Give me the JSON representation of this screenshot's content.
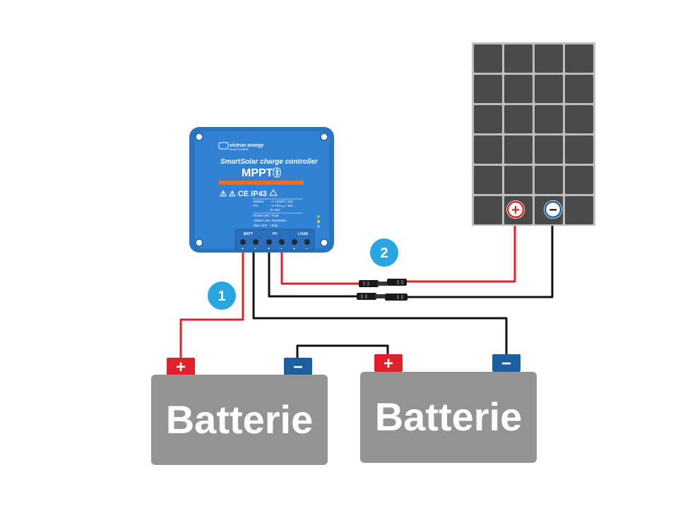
{
  "controller": {
    "brand": "victron energy",
    "brand_sub": "BLUE POWER",
    "title_line1": "SmartSolar charge controller",
    "title_line2": "MPPT",
    "bluetooth_icon": "bluetooth-icon",
    "certifications": "⚠ ⚠ CE IP43",
    "spec_rows": [
      {
        "label": "Battery",
        "value": ": ⎓ 12/24V / 15A"
      },
      {
        "label": "PV",
        "value": ": ⎓ 75Vₘₐₓ / 15A"
      },
      {
        "label": "",
        "value": "  Isc 20A"
      },
      {
        "label": "Green LED",
        "value": ": Float"
      },
      {
        "label": "Yellow LED",
        "value": ": Absorption"
      },
      {
        "label": "Blue LED",
        "value": ": Bulk"
      }
    ],
    "terminal_groups": [
      "BATT",
      "PV",
      "LOAD"
    ],
    "terminal_signs": [
      "+",
      "−",
      "+",
      "−",
      "+",
      "−"
    ],
    "color": "#2f7fd0"
  },
  "markers": [
    {
      "label": "1"
    },
    {
      "label": "2"
    }
  ],
  "panel": {
    "positive": "+",
    "negative": "−",
    "cell_color": "#4a4a4a"
  },
  "batteries": [
    {
      "label": "Batterie",
      "positive": "+",
      "negative": "−"
    },
    {
      "label": "Batterie",
      "positive": "+",
      "negative": "−"
    }
  ],
  "colors": {
    "positive_wire": "#e0202a",
    "negative_wire": "#111111",
    "positive_terminal": "#e0202a",
    "negative_terminal": "#1b5fa0",
    "battery_body": "#939393",
    "marker": "#29a6e0"
  }
}
